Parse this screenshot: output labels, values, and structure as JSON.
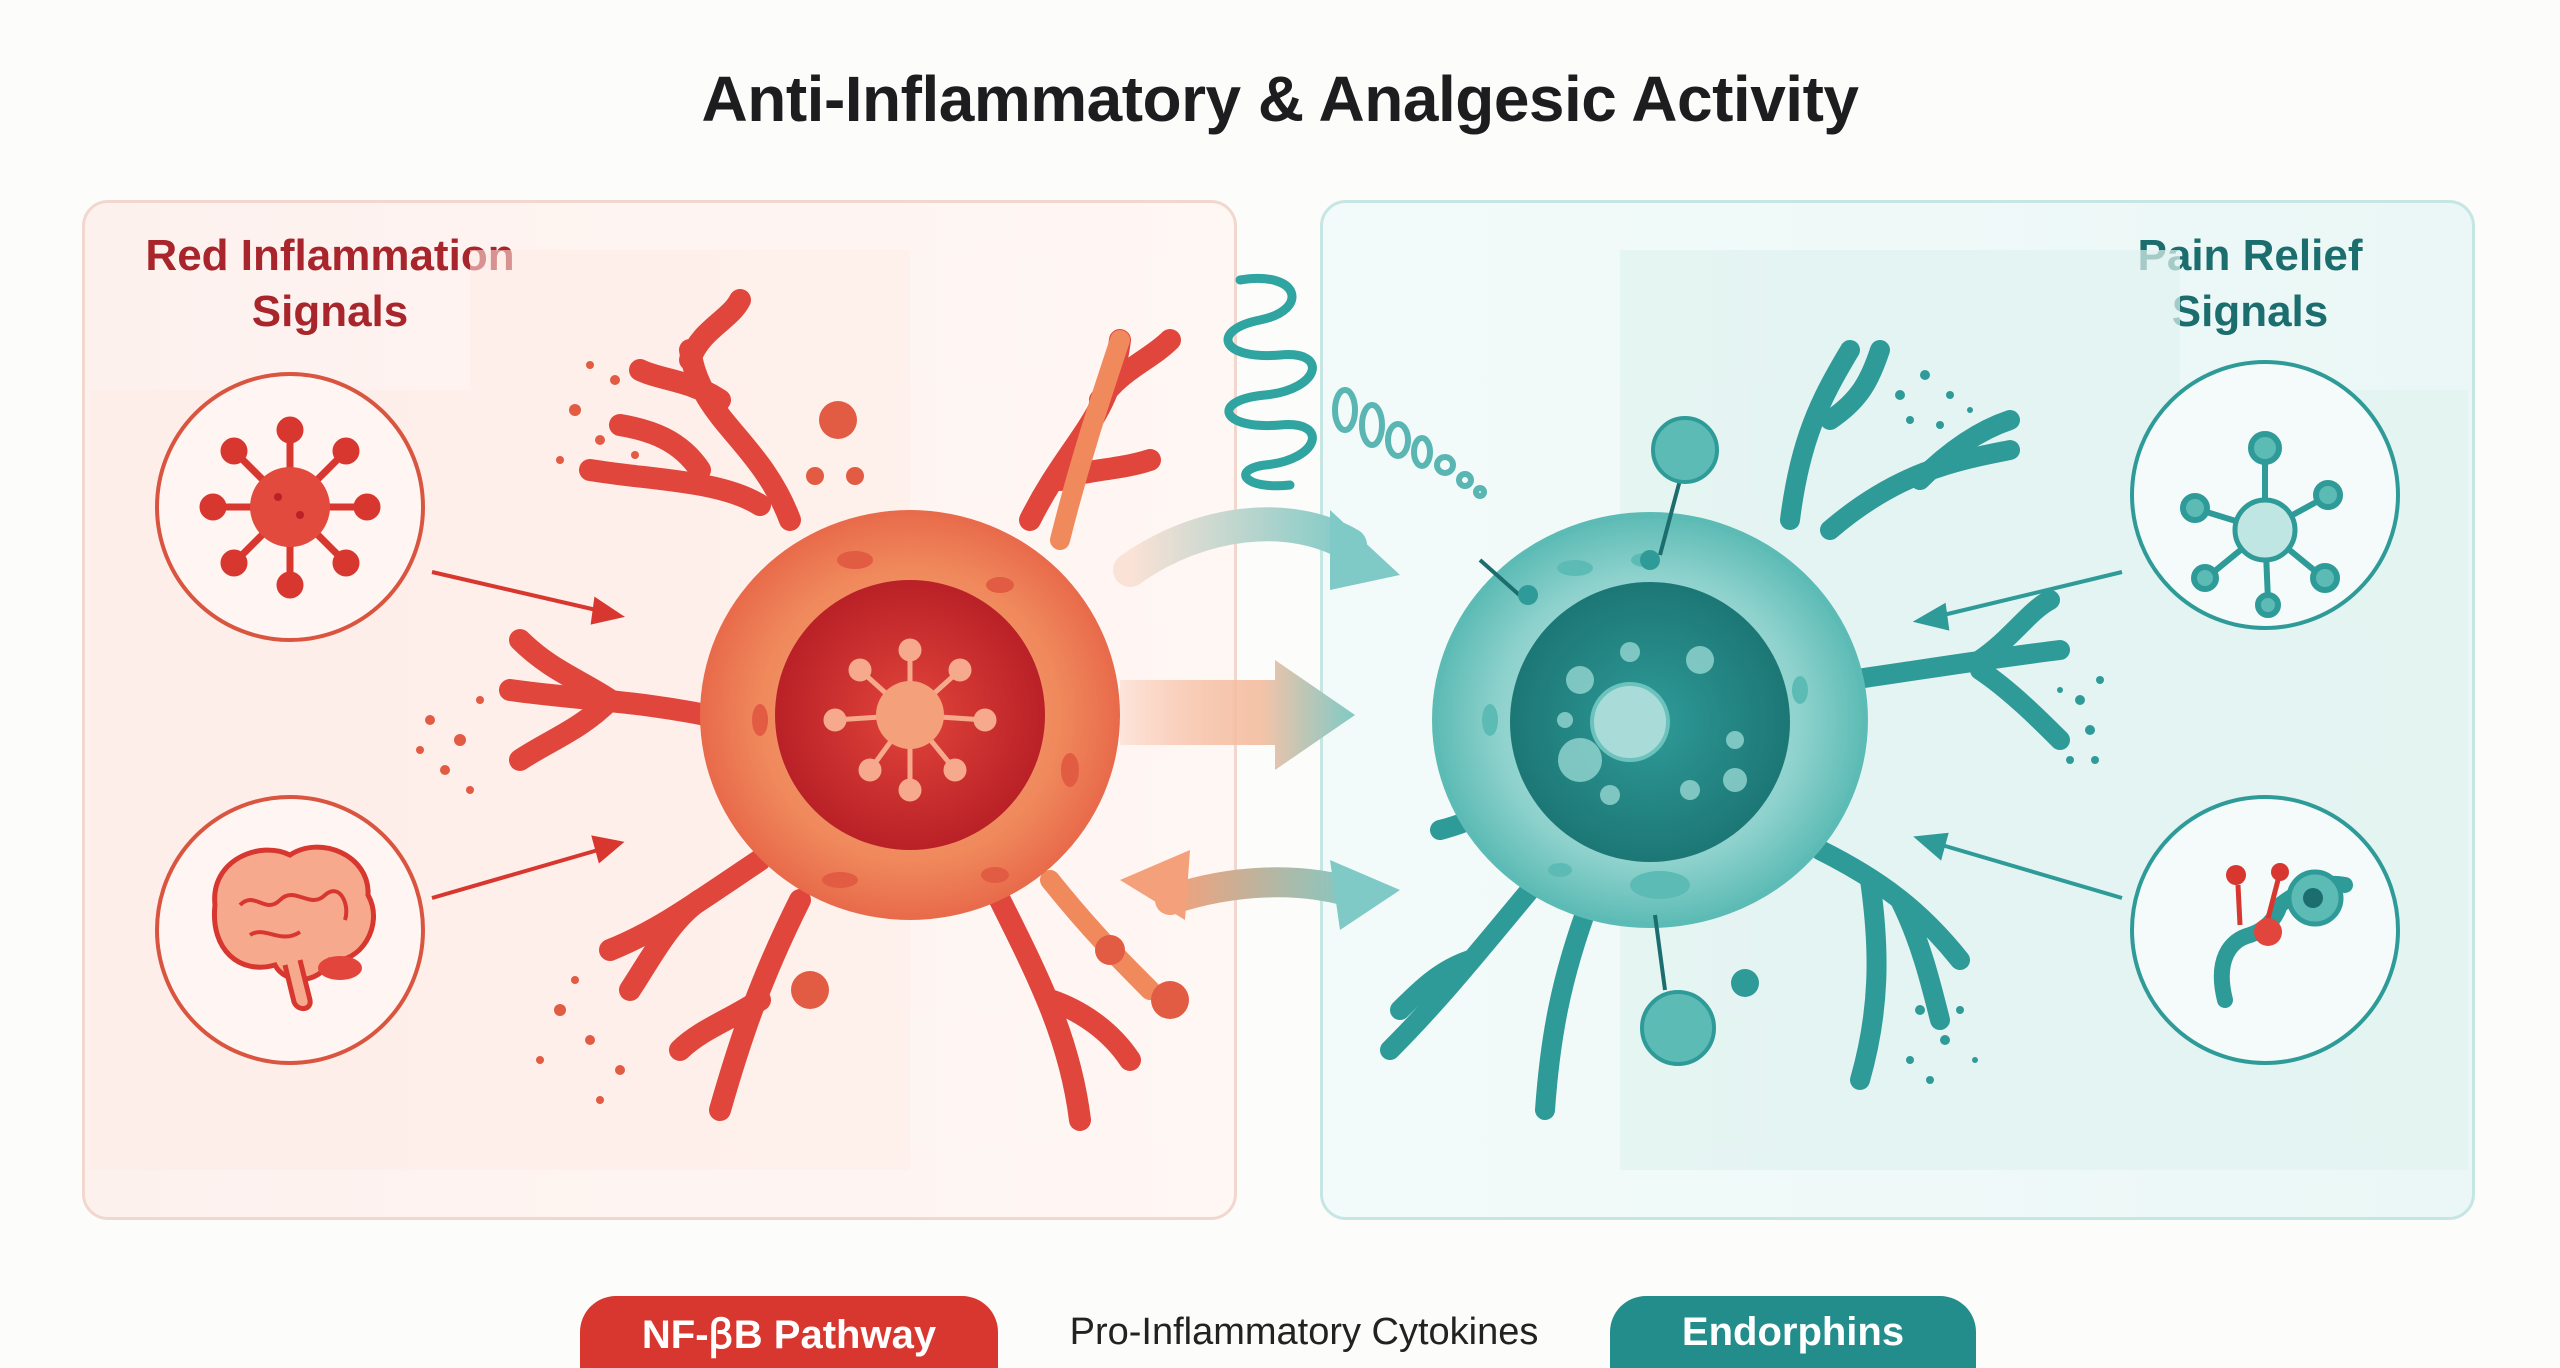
{
  "title": "Anti-Inflammatory & Analgesic Activity",
  "left_panel": {
    "heading": "Red Inflammation Signals"
  },
  "right_panel": {
    "heading": "Pain Relief Signals"
  },
  "legend": {
    "items": [
      {
        "label": "NF-ꞵB Pathway",
        "color": "#d8372f"
      },
      {
        "label": "Pro-Inflammatory Cytokines",
        "color": ""
      },
      {
        "label": "Endorphins",
        "color": "#238d8c"
      }
    ]
  },
  "colors": {
    "inflammation_red": "#d8372f",
    "inflammation_orange": "#f2875c",
    "relief_teal": "#238d8c",
    "relief_light": "#7fcac6"
  },
  "icons": {
    "left_top": "virus-icon",
    "left_bottom": "brain-icon",
    "right_top": "molecule-icon",
    "right_bottom": "receptor-icon"
  }
}
